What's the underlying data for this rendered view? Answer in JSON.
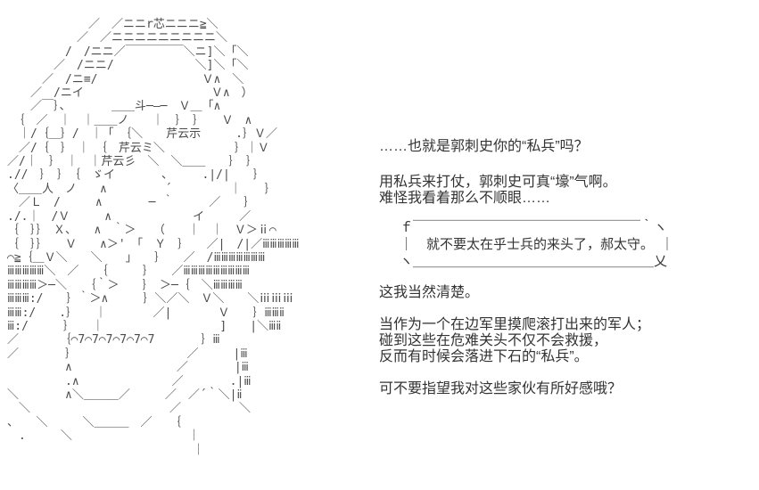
{
  "ascii_art": {
    "description": "large-ascii-art-character-portrait-hooded-figure",
    "lines": [
      "　　　　　　　／　／ニニr芯ニニニ≧＼",
      "　　　　　　／　／ニニニニニニニニニ＼",
      "　　　　　/　/ニニ／￣￣￣￣￣＼ニ]＼「＼",
      "　　　　／　/ニニ/　　　　　　　＼]＼「＼",
      "　　　／　/ニ≡/　　　　　　　　　Ｖ∧　＼",
      "　　／　/ニイ　　　　　　　　　　　Ｖ∧　）",
      "　　／￣｝、　　　　＿＿斗─—─　Ｖ＿「∧",
      "　｛　／　｜　｜＿＿ノ　　｜　｝　｝　　Ｖ　∧",
      "　｜/｛＿｝/　｜「　｛＼　　芹云示　　　.｝Ｖ／",
      "　／/｛　｝　｜　｛　芹云ミ＼　　　　　　｝｜Ｖ",
      "／/｜　｝　｜　｜芹云彡　＼　＼＿＿　　｝　｝",
      ".//　｝　｝　｛　ゞイ　　　　、　　　.|/|　　｝",
      "〈＿＿人　ノ　　∧　　　　　´　　　　　｜　　｝",
      "　／Ｌ　/　　　∧　　　　─ ｀　　　／　　｝",
      "./.｜　/Ｖ　　　∧　　　　　　　イ　　　／",
      "｛　｝｝　Ｘ、　　∧　｀＞　　（　　｜　｜　Ｖ＞ⅱ⌒",
      "｛　｝｝　　Ｖ　　∧＞'　「　Ｙ　｝　　／|　/|／ⅲⅲⅲⅲⅲ",
      "⌒≧｛＿Ｖ＼　　＼　　｣　　｝　　／　/ⅲⅲⅲⅲⅲⅲⅲ",
      "ⅲⅲⅲⅲⅲ＼　／　　｛　　　｝　　／ⅲⅲⅲⅲⅲⅲⅲⅲⅲ",
      "ⅲⅲⅲⅲ＞─＼　　｛｀＞　　｝　＞─｛　＼ⅲⅲⅲⅲ",
      "ⅲⅲⅲ:/　　｝｀＞∧　　　｝＼／＼　Ｖ＼　　＼ⅲⅲⅲ",
      "ⅲⅲ:/　　.｝　　｜　　　　／|　　　　Ｖ　　｝ⅲⅲⅱ",
      "ⅲ:/　　　｝　　｜　　　　　　　　　　]　　|＼ⅲⅱ",
      "／　　　　｛⌒7⌒7⌒7⌒7⌒7⌒7　　　　｝ⅲ",
      "／　　　　｝　　　　　　　　　　／　　　|ⅲ",
      "　　　　　∧　　　　　　　　　／　　　　|ⅲ",
      "　　　　　.∧　　　　　　　　／　　　　.|ⅲ",
      "＼　　　　∧＼＿＿＿／　　　／　／´｀＼|ⅱ",
      "　＼　　　　　　　　　　　　／　　　　　＼",
      "、　　＼　　　＼＿＿＿　／　　｛",
      "　.　　　＼　　　　　　　　　　｜",
      "　　　　　　　　　　　　　　　　｜"
    ]
  },
  "dialogue": {
    "narration_1": [
      "……也就是郭刺史你的“私兵”吗？"
    ],
    "narration_2": [
      "用私兵来打仗，郭刺史可真“壕”气啊。",
      "难怪我看着那么不顺眼……"
    ],
    "bubble": {
      "top": "　ｆ￣￣￣￣￣￣￣￣￣￣￣￣￣￣￣￣￣｀ヽ",
      "middle": "　｜　就不要太在乎士兵的来头了，郝太守。　｜",
      "bottom": "　ヽ＿＿＿＿＿＿＿＿＿＿＿＿＿＿＿＿＿＿乂"
    },
    "narration_3": [
      "这我当然清楚。"
    ],
    "narration_4": [
      "当作为一个在边军里摸爬滚打出来的军人；",
      "碰到这些在危难关头不仅不会救援，",
      "反而有时候会落进下石的“私兵”。"
    ],
    "narration_5": [
      "可不要指望我对这些家伙有所好感哦？"
    ]
  },
  "colors": {
    "background": "#ffffff",
    "ascii_art": "#4b4b4b",
    "text": "#333333"
  }
}
